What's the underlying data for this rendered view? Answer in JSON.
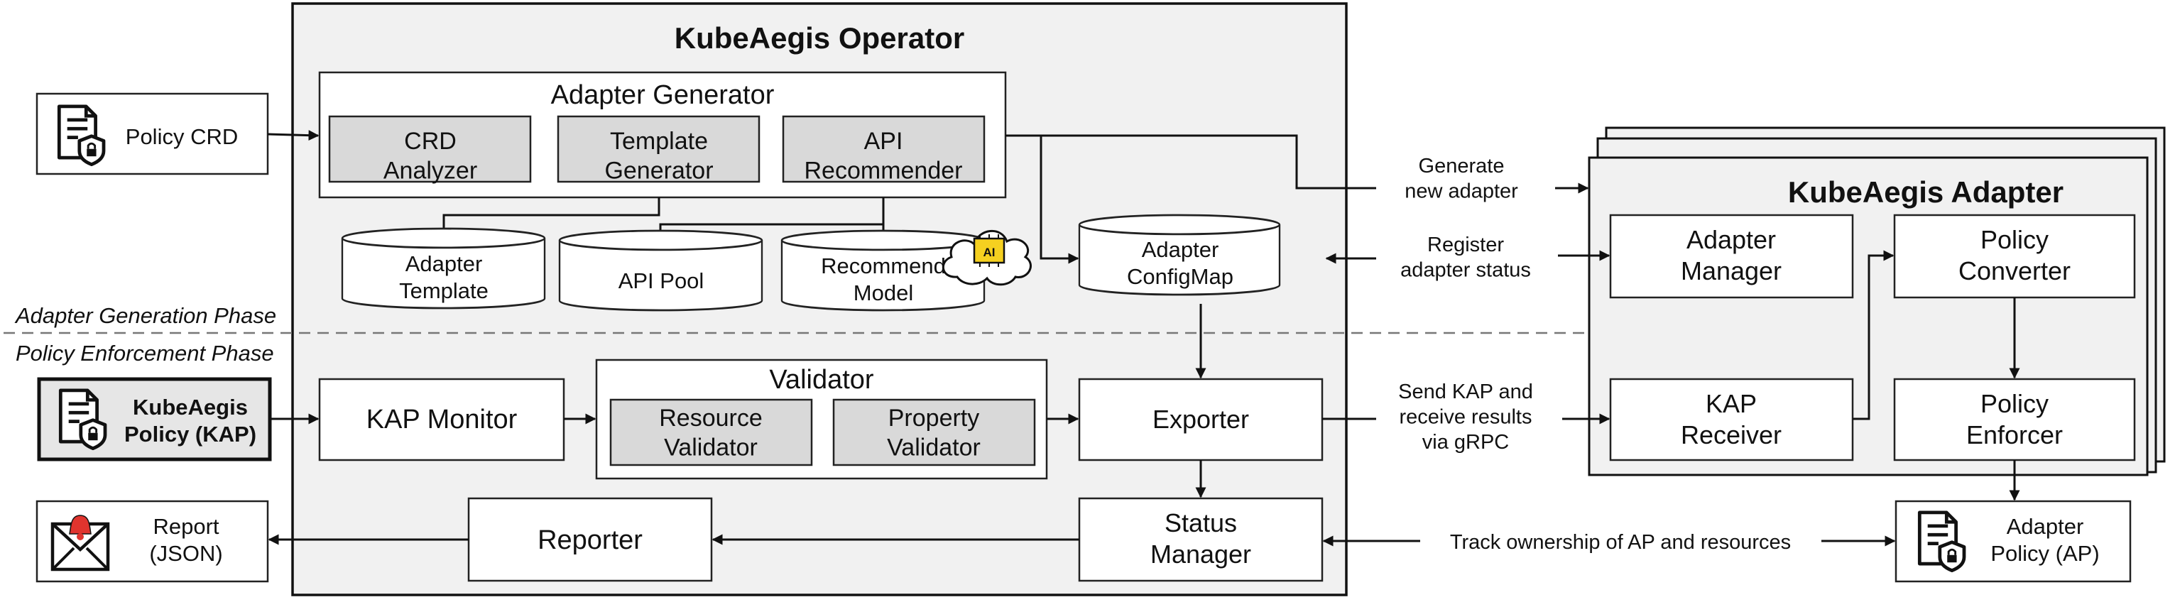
{
  "operator": {
    "title": "KubeAegis Operator"
  },
  "adapter_generator": {
    "title": "Adapter Generator",
    "crd_analyzer": [
      "CRD",
      "Analyzer"
    ],
    "template_generator": [
      "Template",
      "Generator"
    ],
    "api_recommender": [
      "API",
      "Recommender"
    ]
  },
  "stores": {
    "adapter_template": [
      "Adapter",
      "Template"
    ],
    "api_pool": [
      "API Pool"
    ],
    "recommend_model": [
      "Recommend",
      "Model"
    ],
    "ai_badge": "AI",
    "adapter_configmap": [
      "Adapter",
      "ConfigMap"
    ]
  },
  "phases": {
    "generation": "Adapter Generation Phase",
    "enforcement": "Policy Enforcement Phase"
  },
  "inputs": {
    "policy_crd": [
      "Policy CRD"
    ],
    "kap": [
      "KubeAegis",
      "Policy (KAP)"
    ],
    "report": [
      "Report",
      "(JSON)"
    ],
    "adapter_policy": [
      "Adapter",
      "Policy (AP)"
    ]
  },
  "enforcement": {
    "kap_monitor": [
      "KAP Monitor"
    ],
    "validator_title": "Validator",
    "resource_validator": [
      "Resource",
      "Validator"
    ],
    "property_validator": [
      "Property",
      "Validator"
    ],
    "exporter": [
      "Exporter"
    ],
    "reporter": [
      "Reporter"
    ],
    "status_manager": [
      "Status",
      "Manager"
    ]
  },
  "adapter": {
    "title": "KubeAegis Adapter",
    "adapter_manager": [
      "Adapter",
      "Manager"
    ],
    "policy_converter": [
      "Policy",
      "Converter"
    ],
    "kap_receiver": [
      "KAP",
      "Receiver"
    ],
    "policy_enforcer": [
      "Policy",
      "Enforcer"
    ]
  },
  "edges": {
    "generate": [
      "Generate",
      "new adapter"
    ],
    "register": [
      "Register",
      "adapter status"
    ],
    "send": [
      "Send KAP and",
      "receive results",
      "via gRPC"
    ],
    "track": [
      "Track ownership of AP and resources"
    ]
  },
  "icons": {
    "document": "policy-document-icon",
    "cloud": "ai-cloud-icon",
    "mail": "alert-mail-icon"
  }
}
